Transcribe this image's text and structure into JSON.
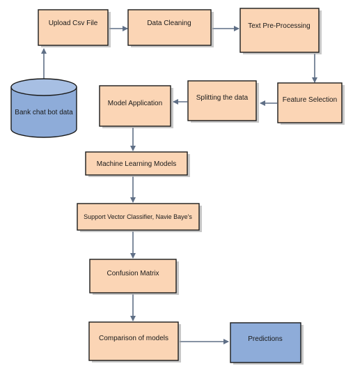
{
  "nodes": {
    "bank_chat_bot_data": "Bank chat bot data",
    "upload_csv_file": "Upload Csv File",
    "data_cleaning": "Data Cleaning",
    "text_preprocessing": "Text Pre-Processing",
    "feature_selection": "Feature Selection",
    "splitting_the_data": "Splitting the data",
    "model_application": "Model Application",
    "machine_learning_models": "Machine Learning Models",
    "svc_naive_bayes": "Support Vector Classifier, Navie Baye's",
    "confusion_matrix": "Confusion Matrix",
    "comparison_of_models": "Comparison of models",
    "predictions": "Predictions"
  },
  "colors": {
    "process_fill": "#fbd5b5",
    "output_fill": "#8eacd9",
    "arrow": "#5f6f86"
  }
}
